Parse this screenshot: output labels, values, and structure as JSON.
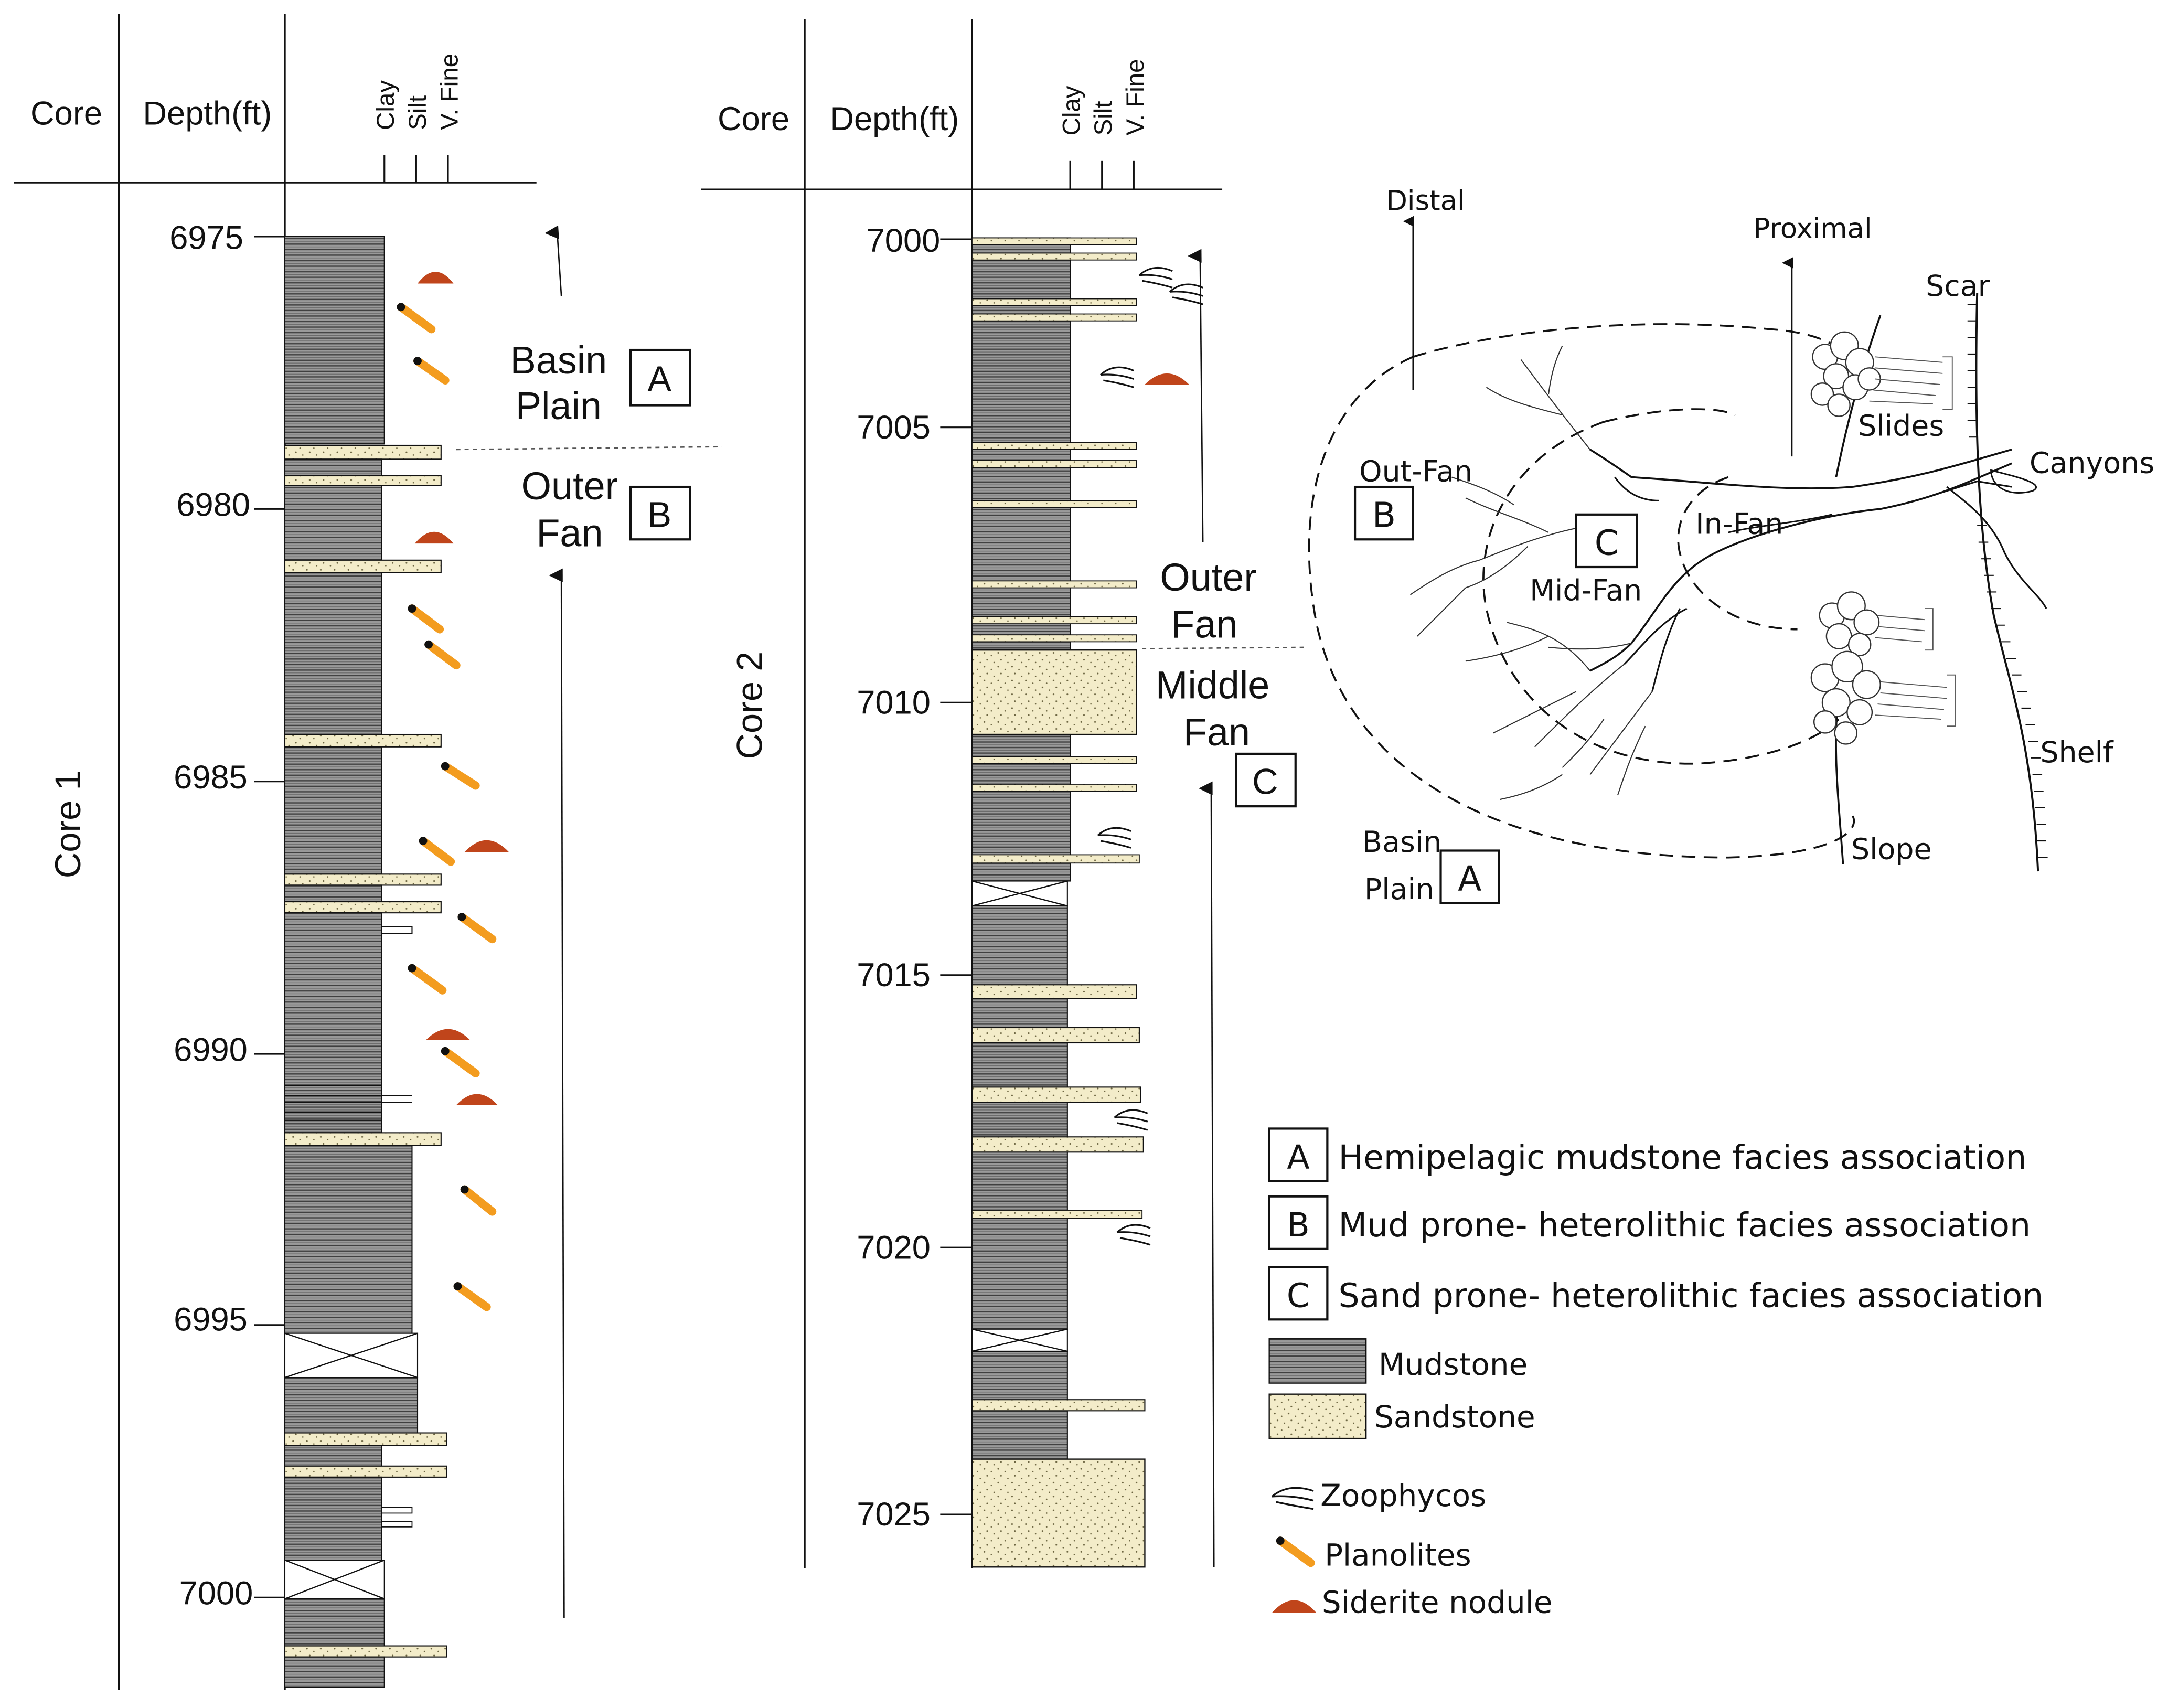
{
  "colors": {
    "mudstone_fill": "#9a9a9a",
    "mudstone_lines": "#444444",
    "sandstone_fill": "#f3ecc9",
    "planolites_orange": "#f39c1f",
    "siderite": "#c0451b",
    "ink": "#111111"
  },
  "header": {
    "core_label": "Core",
    "depth_label": "Depth(ft)",
    "grain_sizes": [
      "Clay",
      "Silt",
      "V. Fine"
    ]
  },
  "core1": {
    "title": "Core 1",
    "depth_ticks": [
      "6975",
      "6980",
      "6985",
      "6990",
      "6995",
      "7000"
    ],
    "zones": [
      {
        "line1": "Basin",
        "line2": "Plain",
        "box": "A"
      },
      {
        "line1": "Outer",
        "line2": "Fan",
        "box": "B"
      }
    ]
  },
  "core2": {
    "title": "Core 2",
    "depth_ticks": [
      "7000",
      "7005",
      "7010",
      "7015",
      "7020",
      "7025"
    ],
    "zones": [
      {
        "line1": "Outer",
        "line2": "Fan"
      },
      {
        "line1": "Middle",
        "line2": "Fan",
        "box": "C"
      }
    ]
  },
  "fan_model": {
    "labels": {
      "distal": "Distal",
      "proximal": "Proximal",
      "scar": "Scar",
      "slides": "Slides",
      "canyons": "Canyons",
      "out_fan": "Out-Fan",
      "in_fan": "In-Fan",
      "mid_fan": "Mid-Fan",
      "shelf": "Shelf",
      "slope": "Slope",
      "basin": "Basin",
      "plain": "Plain"
    },
    "boxes": {
      "out_fan": "B",
      "mid_fan": "C",
      "basin_plain": "A"
    }
  },
  "legend": {
    "associations": [
      {
        "key": "A",
        "text": "Hemipelagic mudstone facies association"
      },
      {
        "key": "B",
        "text": "Mud prone- heterolithic facies association"
      },
      {
        "key": "C",
        "text": "Sand prone- heterolithic facies association"
      }
    ],
    "lithology": [
      {
        "name": "Mudstone",
        "icon": "mudstone-swatch"
      },
      {
        "name": "Sandstone",
        "icon": "sandstone-swatch"
      }
    ],
    "symbols": [
      {
        "name": "Zoophycos",
        "icon": "zoophycos-icon"
      },
      {
        "name": "Planolites",
        "icon": "planolites-icon"
      },
      {
        "name": "Siderite nodule",
        "icon": "siderite-icon"
      }
    ]
  }
}
